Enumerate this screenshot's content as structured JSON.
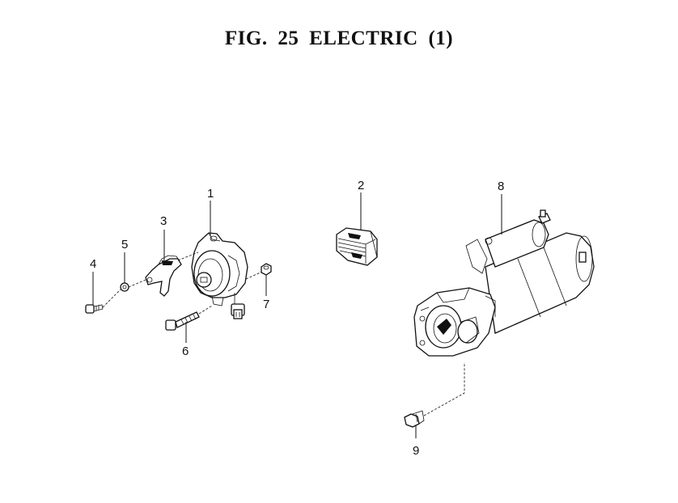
{
  "title": "FIG. 25  ELECTRIC (1)",
  "callouts": {
    "c1": "1",
    "c2": "2",
    "c3": "3",
    "c4": "4",
    "c5": "5",
    "c6": "6",
    "c7": "7",
    "c8": "8",
    "c9": "9"
  }
}
